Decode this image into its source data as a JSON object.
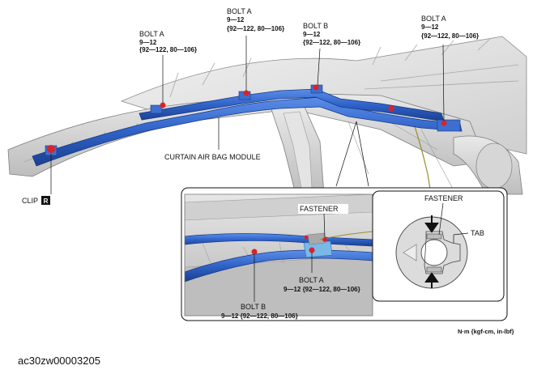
{
  "labels": {
    "bolt_a": "BOLT A",
    "bolt_b": "BOLT B",
    "torque_nm": "9—12",
    "torque_kgf": "{92—122, 80—106}",
    "torque_inline": "9—12 {92—122, 80—106}",
    "module": "CURTAIN AIR BAG MODULE",
    "clip": "CLIP",
    "clip_badge": "R",
    "fastener": "FASTENER",
    "tab": "TAB",
    "units": "N·m {kgf-cm, in-lbf}"
  },
  "caption": "ac30zw00003205",
  "colors": {
    "module_blue": "#2f62c8",
    "module_dark": "#1b3f8e",
    "bolt_red": "#d8232a",
    "body_gray": "#c9c9c9",
    "background": "#ffffff"
  }
}
